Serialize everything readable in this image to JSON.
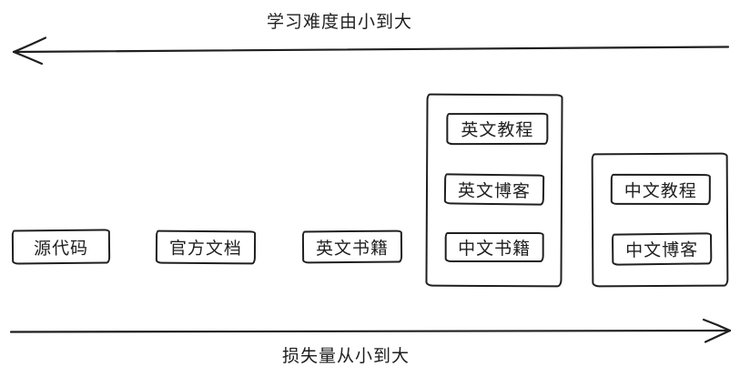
{
  "axes": {
    "top": {
      "label": "学习难度由小到大",
      "direction": "left"
    },
    "bottom": {
      "label": "损失量从小到大",
      "direction": "right"
    }
  },
  "nodes": [
    {
      "label": "源代码"
    },
    {
      "label": "官方文档"
    },
    {
      "label": "英文书籍"
    }
  ],
  "groups": [
    {
      "name": "group-1",
      "items": [
        {
          "label": "英文教程"
        },
        {
          "label": "英文博客"
        },
        {
          "label": "中文书籍"
        }
      ]
    },
    {
      "name": "group-2",
      "items": [
        {
          "label": "中文教程"
        },
        {
          "label": "中文博客"
        }
      ]
    }
  ],
  "colors": {
    "stroke": "#1f1f1f",
    "background": "#ffffff"
  }
}
